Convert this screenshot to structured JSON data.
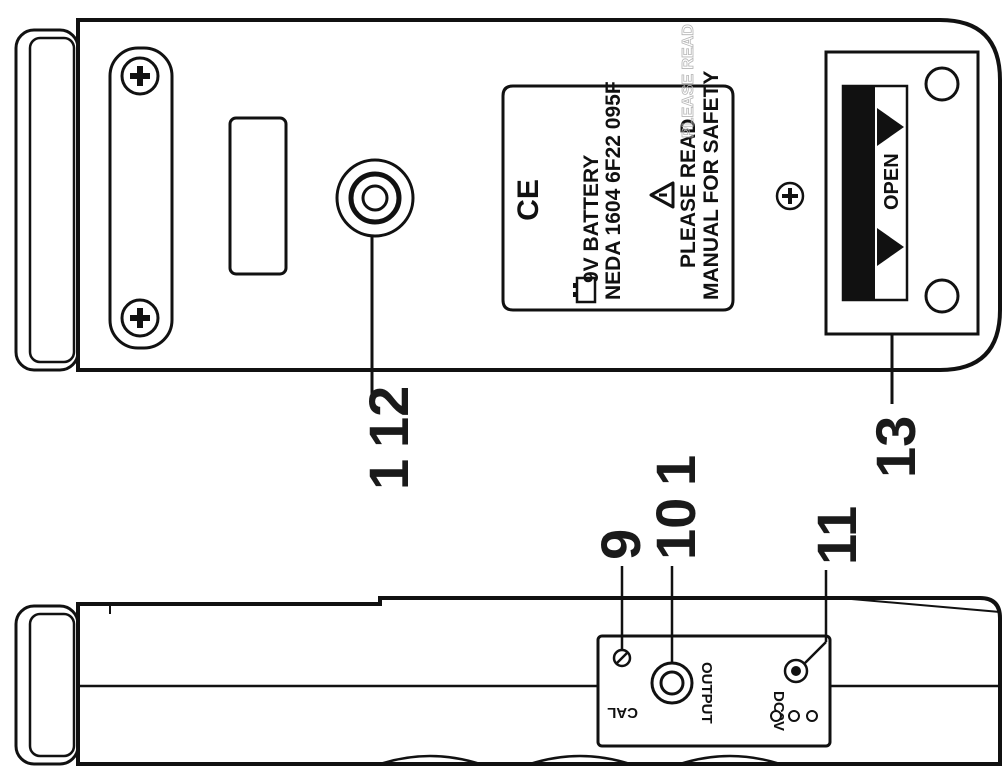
{
  "battery_label": {
    "line1": "9V BATTERY",
    "line2": "NEDA 1604 6F22 095F",
    "warning1": "PLEASE READ",
    "warning2": "MANUAL FOR SAFETY",
    "ce_mark": "CE"
  },
  "battery_cover": {
    "open_label": "OPEN"
  },
  "side_panel": {
    "cal_label": "CAL",
    "output_label": "OUTPUT",
    "dc_label": "DC9V"
  },
  "callouts": {
    "tripod": "12",
    "tripod_prefix": "1",
    "cover": "13",
    "cal": "9",
    "output": "10",
    "output_prefix": "1",
    "dc": "11"
  },
  "faint_text": "PLEASE READ"
}
